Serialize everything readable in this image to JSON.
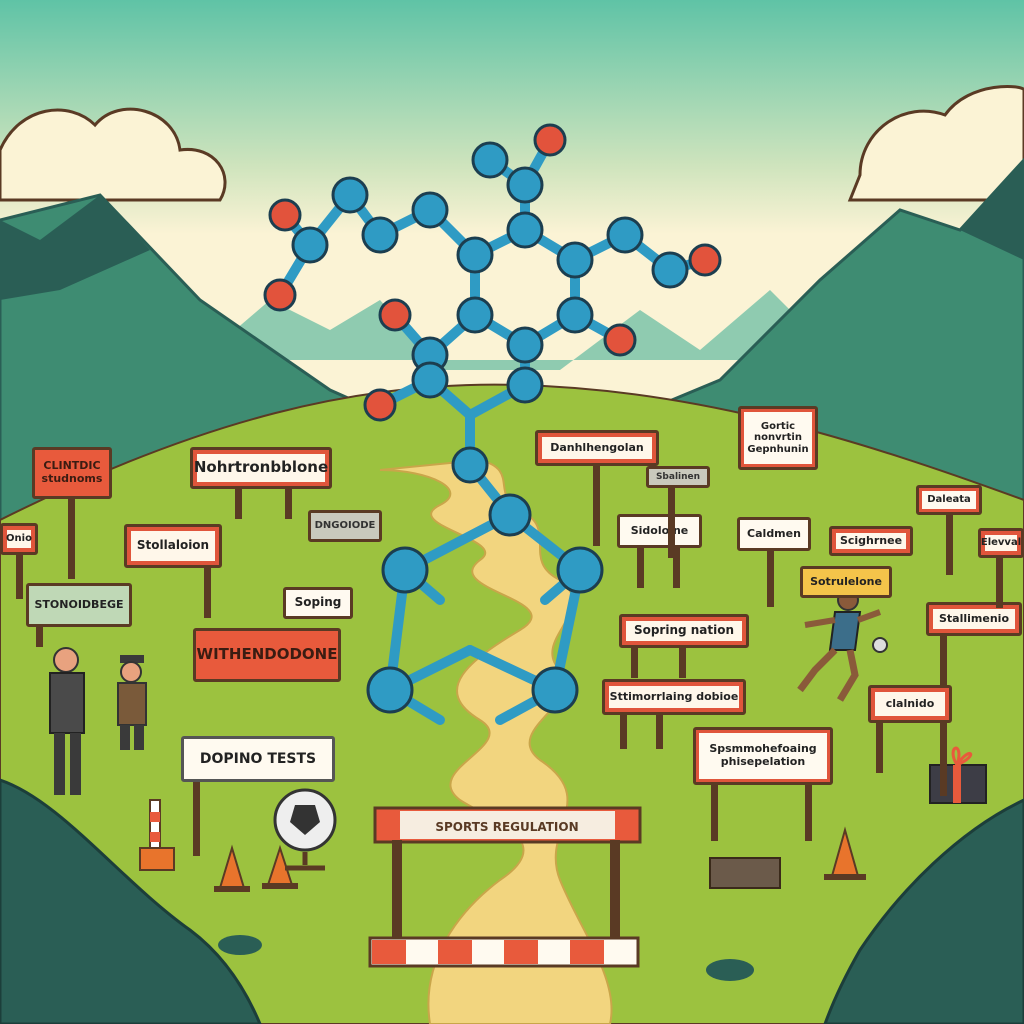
{
  "scene": {
    "colors": {
      "sky_top": "#5fc3a6",
      "sky_bottom": "#fbf3d5",
      "mountain": "#3e8c72",
      "mountain_dark": "#2a5e55",
      "grass": "#9cc23f",
      "path": "#f2d57f",
      "molecule_atom": "#2f9bc4",
      "molecule_oxygen": "#e2533c",
      "sign_red": "#e85a3c"
    },
    "icons": [
      "molecule-structure",
      "soccer-ball-globe",
      "traffic-cone",
      "barrier",
      "gift-box",
      "athlete-runner"
    ],
    "signs": [
      {
        "id": "sign-clinic",
        "text": "CLINTDIC\nstudnoms"
      },
      {
        "id": "sign-nortron",
        "text": "Nohrtronbblone"
      },
      {
        "id": "sign-dan",
        "text": "Danhlhengolan"
      },
      {
        "id": "sign-garlic",
        "text": "Gortic\nnonvrtin\nGepnhunin"
      },
      {
        "id": "sign-stelladon",
        "text": "Stollaloion"
      },
      {
        "id": "sign-dngoode",
        "text": "DNGOIODE"
      },
      {
        "id": "sign-sidonine",
        "text": "Sidoloine"
      },
      {
        "id": "sign-calamen",
        "text": "Caldmen"
      },
      {
        "id": "sign-stondrope",
        "text": "STONOIDBEGE"
      },
      {
        "id": "sign-soping",
        "text": "Soping"
      },
      {
        "id": "sign-withendo",
        "text": "WITHENDODONE"
      },
      {
        "id": "sign-dopingreg",
        "text": "Sopring nation"
      },
      {
        "id": "sign-stimulating",
        "text": "Sttimorrlaing dobioe"
      },
      {
        "id": "sign-doping-tests",
        "text": "DOPINO TESTS"
      },
      {
        "id": "sign-spmunch",
        "text": "Spsmmohefoaing\nphisepelation"
      },
      {
        "id": "sign-sports-regulation",
        "text": "SPORTS REGULATION"
      },
      {
        "id": "sign-scighrnee",
        "text": "Scighrnee"
      },
      {
        "id": "sign-stolrulebone",
        "text": "Sotrulelone"
      },
      {
        "id": "sign-stallmenie",
        "text": "Stallimenio"
      },
      {
        "id": "sign-clalmido",
        "text": "clalnido"
      },
      {
        "id": "sign-daleata",
        "text": "Daleata"
      },
      {
        "id": "sign-eleval",
        "text": "Elevval"
      },
      {
        "id": "sign-small-left",
        "text": "Onio"
      },
      {
        "id": "sign-sbalinen",
        "text": "Sbalinen"
      }
    ]
  }
}
